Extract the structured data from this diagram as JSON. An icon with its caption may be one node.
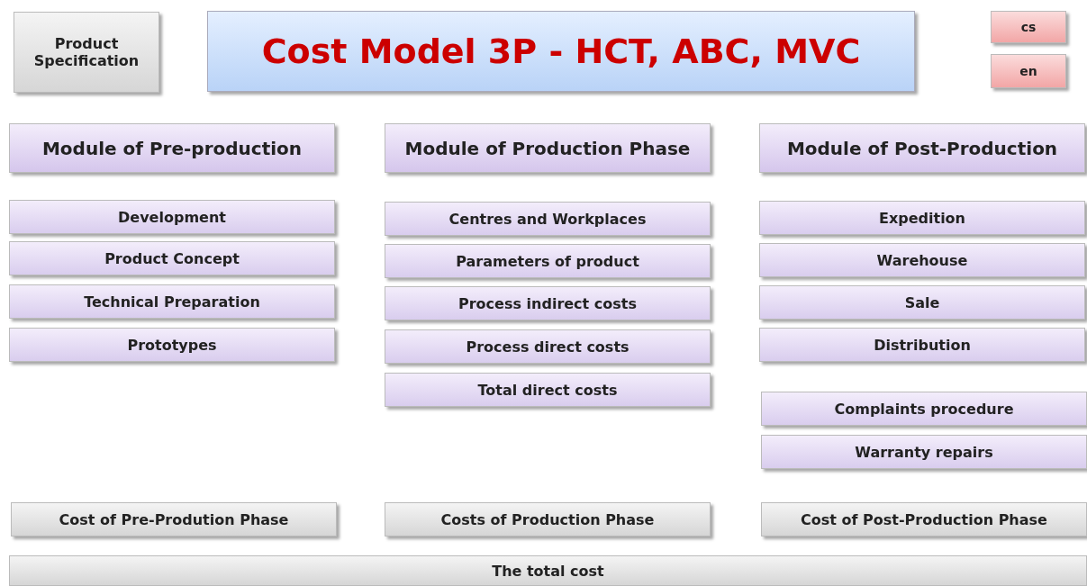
{
  "diagram": {
    "title": "Cost Model 3P - HCT, ABC, MVC",
    "nodes": [
      {
        "text": [
          "Product Specification"
        ]
      },
      {
        "text": [
          "cs"
        ]
      },
      {
        "text": [
          "en"
        ]
      },
      {
        "text": [
          "Module of Pre-production"
        ]
      },
      {
        "text": [
          "Module of Production Phase"
        ]
      },
      {
        "text": [
          "Module of Post-Production"
        ]
      },
      {
        "text": [
          "Development"
        ]
      },
      {
        "text": [
          "Product Concept"
        ]
      },
      {
        "text": [
          "Technical Preparation"
        ]
      },
      {
        "text": [
          "Prototypes"
        ]
      },
      {
        "text": [
          "Centres and Workplaces"
        ]
      },
      {
        "text": [
          "Parameters of product"
        ]
      },
      {
        "text": [
          "Process indirect costs"
        ]
      },
      {
        "text": [
          "Process direct costs"
        ]
      },
      {
        "text": [
          "Total direct costs"
        ]
      },
      {
        "text": [
          "Expedition"
        ]
      },
      {
        "text": [
          "Warehouse"
        ]
      },
      {
        "text": [
          "Sale"
        ]
      },
      {
        "text": [
          "Distribution"
        ]
      },
      {
        "text": [
          "Complaints procedure"
        ]
      },
      {
        "text": [
          "Warranty repairs"
        ]
      },
      {
        "text": [
          "Cost of Pre-Prodution Phase"
        ]
      },
      {
        "text": [
          "Costs of Production Phase"
        ]
      },
      {
        "text": [
          "Cost of Post-Production Phase"
        ]
      },
      {
        "text": [
          "The total cost"
        ]
      }
    ],
    "edges": []
  }
}
